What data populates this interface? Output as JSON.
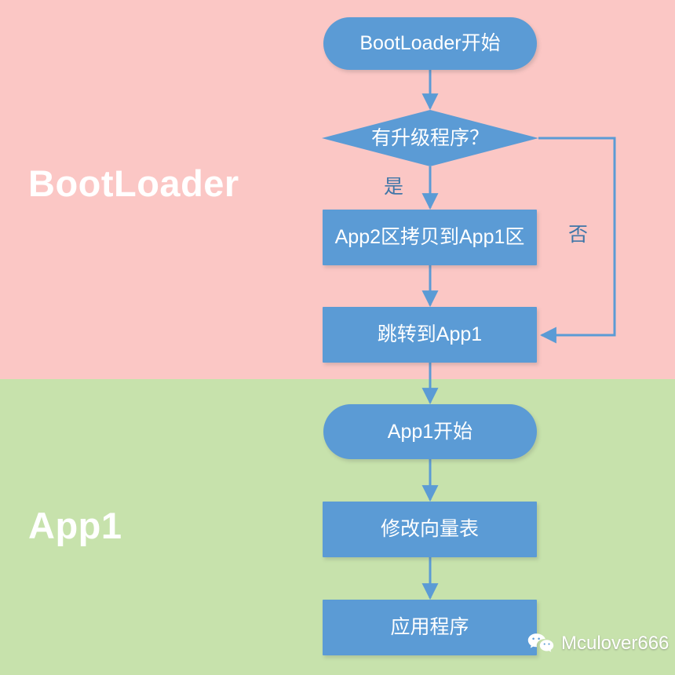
{
  "figure": {
    "type": "flowchart",
    "orientation": "top-to-bottom"
  },
  "bands": [
    {
      "id": "bootloader",
      "label": "BootLoader",
      "color": "#fbc7c5"
    },
    {
      "id": "app1",
      "label": "App1",
      "color": "#c7e2ac"
    }
  ],
  "nodes": {
    "boot_start": {
      "label": "BootLoader开始",
      "shape": "stadium"
    },
    "decision": {
      "label": "有升级程序？",
      "shape": "diamond"
    },
    "copy": {
      "label": "App2区拷贝到App1区",
      "shape": "rect"
    },
    "jump": {
      "label": "跳转到App1",
      "shape": "rect"
    },
    "app1_start": {
      "label": "App1开始",
      "shape": "stadium"
    },
    "vector": {
      "label": "修改向量表",
      "shape": "rect"
    },
    "app": {
      "label": "应用程序",
      "shape": "rect"
    }
  },
  "edges": {
    "yes_label": "是",
    "no_label": "否"
  },
  "colors": {
    "node_fill": "#5b9bd5",
    "connector": "#5b9bd5",
    "edge_label": "#3f76a8",
    "node_text": "#ffffff",
    "band_bootloader": "#fbc7c5",
    "band_app1": "#c7e2ac"
  },
  "watermark": {
    "text": "Mculover666",
    "icon": "wechat-icon"
  }
}
